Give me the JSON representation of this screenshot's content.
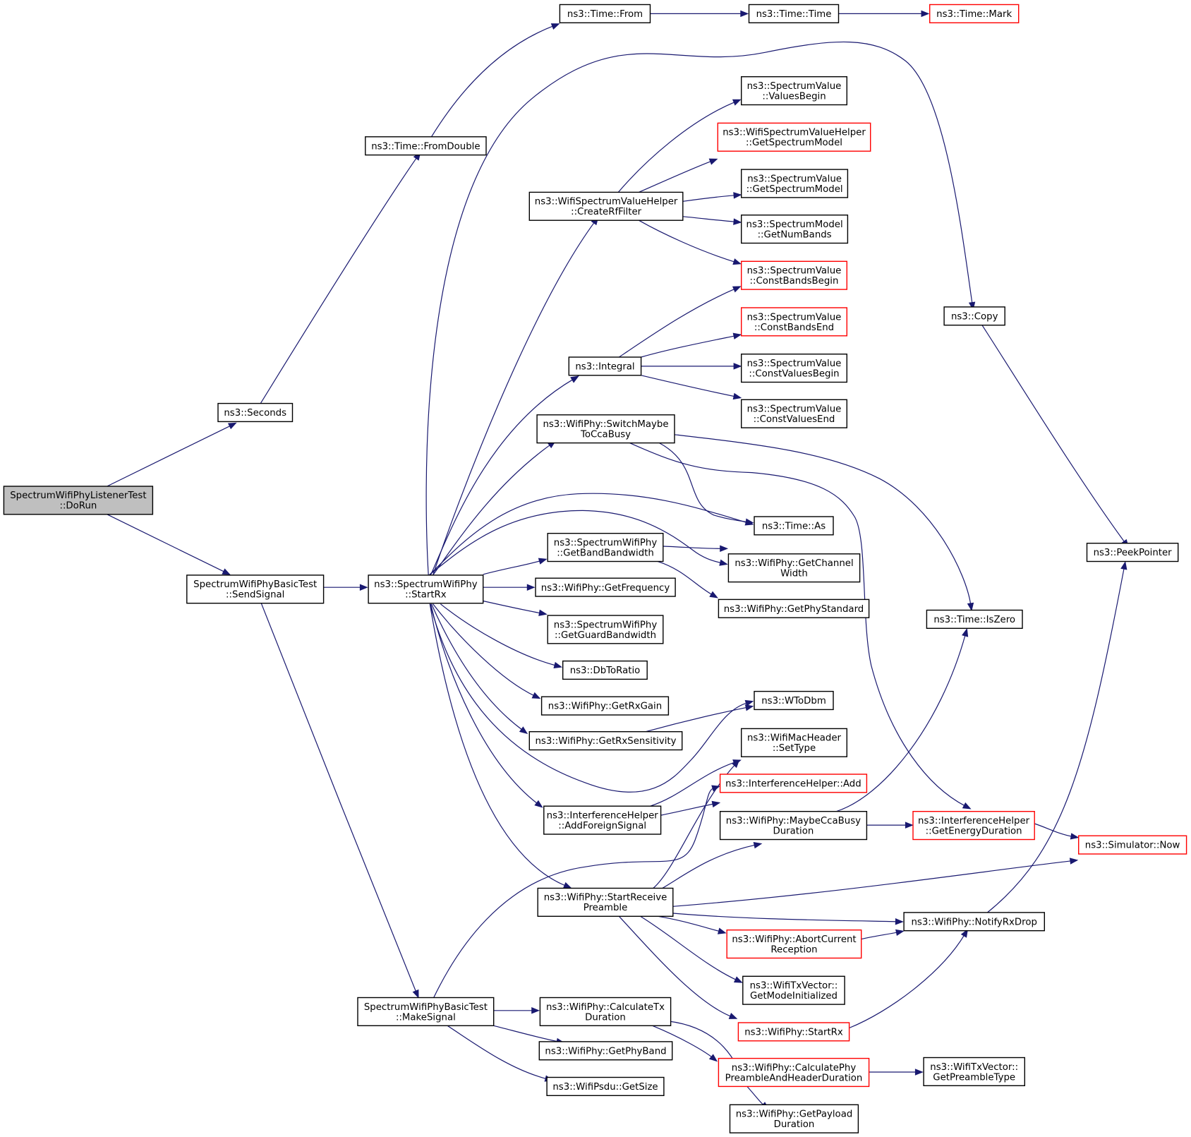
{
  "colors": {
    "edge": "#191970",
    "node_border": "#000000",
    "linked_border": "#ff0000",
    "root_fill": "#bfbfbf",
    "background": "#ffffff"
  },
  "nodes": {
    "dorun": {
      "lines": [
        "SpectrumWifiPhyListenerTest",
        "::DoRun"
      ],
      "root": true
    },
    "seconds": {
      "lines": [
        "ns3::Seconds"
      ]
    },
    "sendsignal": {
      "lines": [
        "SpectrumWifiPhyBasicTest",
        "::SendSignal"
      ]
    },
    "fromdouble": {
      "lines": [
        "ns3::Time::FromDouble"
      ]
    },
    "from": {
      "lines": [
        "ns3::Time::From"
      ]
    },
    "time": {
      "lines": [
        "ns3::Time::Time"
      ]
    },
    "mark": {
      "lines": [
        "ns3::Time::Mark"
      ],
      "red": true
    },
    "startrx": {
      "lines": [
        "ns3::SpectrumWifiPhy",
        "::StartRx"
      ]
    },
    "makesignal": {
      "lines": [
        "SpectrumWifiPhyBasicTest",
        "::MakeSignal"
      ]
    },
    "createrf": {
      "lines": [
        "ns3::WifiSpectrumValueHelper",
        "::CreateRfFilter"
      ]
    },
    "integral": {
      "lines": [
        "ns3::Integral"
      ]
    },
    "switchcca": {
      "lines": [
        "ns3::WifiPhy::SwitchMaybe",
        "ToCcaBusy"
      ]
    },
    "getbandbw": {
      "lines": [
        "ns3::SpectrumWifiPhy",
        "::GetBandBandwidth"
      ]
    },
    "getfreq": {
      "lines": [
        "ns3::WifiPhy::GetFrequency"
      ]
    },
    "getguardbw": {
      "lines": [
        "ns3::SpectrumWifiPhy",
        "::GetGuardBandwidth"
      ]
    },
    "dbtoratio": {
      "lines": [
        "ns3::DbToRatio"
      ]
    },
    "getrxgain": {
      "lines": [
        "ns3::WifiPhy::GetRxGain"
      ]
    },
    "getrxsens": {
      "lines": [
        "ns3::WifiPhy::GetRxSensitivity"
      ]
    },
    "addforeign": {
      "lines": [
        "ns3::InterferenceHelper",
        "::AddForeignSignal"
      ]
    },
    "startpreamble": {
      "lines": [
        "ns3::WifiPhy::StartReceive",
        "Preamble"
      ]
    },
    "calctxdur": {
      "lines": [
        "ns3::WifiPhy::CalculateTx",
        "Duration"
      ]
    },
    "getphyband": {
      "lines": [
        "ns3::WifiPhy::GetPhyBand"
      ]
    },
    "getsize": {
      "lines": [
        "ns3::WifiPsdu::GetSize"
      ]
    },
    "valuesbegin": {
      "lines": [
        "ns3::SpectrumValue",
        "::ValuesBegin"
      ]
    },
    "wsvh_getmodel": {
      "lines": [
        "ns3::WifiSpectrumValueHelper",
        "::GetSpectrumModel"
      ],
      "red": true
    },
    "sv_getmodel": {
      "lines": [
        "ns3::SpectrumValue",
        "::GetSpectrumModel"
      ]
    },
    "getnumbands": {
      "lines": [
        "ns3::SpectrumModel",
        "::GetNumBands"
      ]
    },
    "constbandsbegin": {
      "lines": [
        "ns3::SpectrumValue",
        "::ConstBandsBegin"
      ],
      "red": true
    },
    "constbandsend": {
      "lines": [
        "ns3::SpectrumValue",
        "::ConstBandsEnd"
      ],
      "red": true
    },
    "constvaluesbegin": {
      "lines": [
        "ns3::SpectrumValue",
        "::ConstValuesBegin"
      ]
    },
    "constvaluesend": {
      "lines": [
        "ns3::SpectrumValue",
        "::ConstValuesEnd"
      ]
    },
    "timeas": {
      "lines": [
        "ns3::Time::As"
      ]
    },
    "getchanwidth": {
      "lines": [
        "ns3::WifiPhy::GetChannel",
        "Width"
      ]
    },
    "getphystd": {
      "lines": [
        "ns3::WifiPhy::GetPhyStandard"
      ]
    },
    "wtodbm": {
      "lines": [
        "ns3::WToDbm"
      ]
    },
    "settype": {
      "lines": [
        "ns3::WifiMacHeader",
        "::SetType"
      ]
    },
    "ihadd": {
      "lines": [
        "ns3::InterferenceHelper::Add"
      ],
      "red": true
    },
    "maybecca": {
      "lines": [
        "ns3::WifiPhy::MaybeCcaBusy",
        "Duration"
      ]
    },
    "abortcur": {
      "lines": [
        "ns3::WifiPhy::AbortCurrent",
        "Reception"
      ],
      "red": true
    },
    "getmodeinit": {
      "lines": [
        "ns3::WifiTxVector::",
        "GetModeInitialized"
      ]
    },
    "wifiphystartrx": {
      "lines": [
        "ns3::WifiPhy::StartRx"
      ],
      "red": true
    },
    "calcpreamble": {
      "lines": [
        "ns3::WifiPhy::CalculatePhy",
        "PreambleAndHeaderDuration"
      ],
      "red": true
    },
    "getpayload": {
      "lines": [
        "ns3::WifiPhy::GetPayload",
        "Duration"
      ]
    },
    "copy": {
      "lines": [
        "ns3::Copy"
      ]
    },
    "iszero": {
      "lines": [
        "ns3::Time::IsZero"
      ]
    },
    "getenergy": {
      "lines": [
        "ns3::InterferenceHelper",
        "::GetEnergyDuration"
      ],
      "red": true
    },
    "notifyrxdrop": {
      "lines": [
        "ns3::WifiPhy::NotifyRxDrop"
      ]
    },
    "getpreamtype": {
      "lines": [
        "ns3::WifiTxVector::",
        "GetPreambleType"
      ]
    },
    "peekpointer": {
      "lines": [
        "ns3::PeekPointer"
      ]
    },
    "simnow": {
      "lines": [
        "ns3::Simulator::Now"
      ],
      "red": true
    }
  }
}
